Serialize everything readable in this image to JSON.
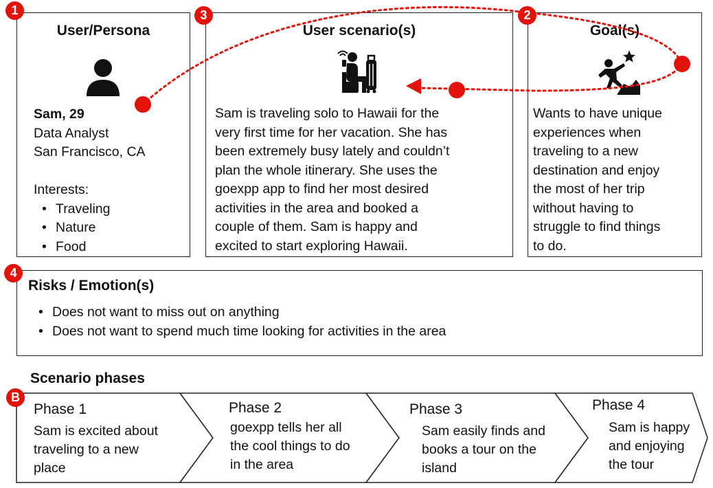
{
  "badges": {
    "persona": "1",
    "goal": "2",
    "scenario": "3",
    "risks": "4",
    "phases": "B"
  },
  "persona": {
    "title": "User/Persona",
    "icon": "person-icon",
    "name": "Sam, 29",
    "job": "Data Analyst",
    "location": "San Francisco, CA",
    "interests_label": "Interests:",
    "interests": [
      "Traveling",
      "Nature",
      "Food"
    ]
  },
  "scenario": {
    "title": "User scenario(s)",
    "icon": "traveler-with-luggage-icon",
    "lines": [
      "Sam is traveling solo to Hawaii for the",
      "very first time for her vacation. She has",
      "been extremely busy lately and couldn’t",
      "plan the whole itinerary. She uses the",
      "goexpp app to find her most desired",
      "activities in the area and booked a",
      "couple of them. Sam is happy and",
      "excited to start exploring Hawaii."
    ]
  },
  "goal": {
    "title": "Goal(s)",
    "icon": "climber-reaching-star-icon",
    "lines": [
      "Wants to have unique",
      "experiences when",
      "traveling to a new",
      "destination and enjoy",
      "the most of her trip",
      "without having to",
      "struggle to find things",
      "to do."
    ]
  },
  "risks": {
    "title": "Risks / Emotion(s)",
    "items": [
      "Does not want to miss out on anything",
      "Does not want to spend much time looking for activities in the area"
    ]
  },
  "phases": {
    "heading": "Scenario phases",
    "items": [
      {
        "title": "Phase 1",
        "lines": [
          "Sam is excited about",
          "traveling to a new",
          "place"
        ]
      },
      {
        "title": "Phase 2",
        "lines": [
          "goexpp tells her all",
          "the cool things to do",
          "in the area"
        ]
      },
      {
        "title": "Phase 3",
        "lines": [
          "Sam easily finds and",
          "books a tour on the",
          "island"
        ]
      },
      {
        "title": "Phase 4",
        "lines": [
          "Sam is happy",
          "and enjoying",
          "the tour"
        ]
      }
    ]
  },
  "colors": {
    "accent": "#e3120b",
    "border": "#222222",
    "text": "#111111"
  }
}
